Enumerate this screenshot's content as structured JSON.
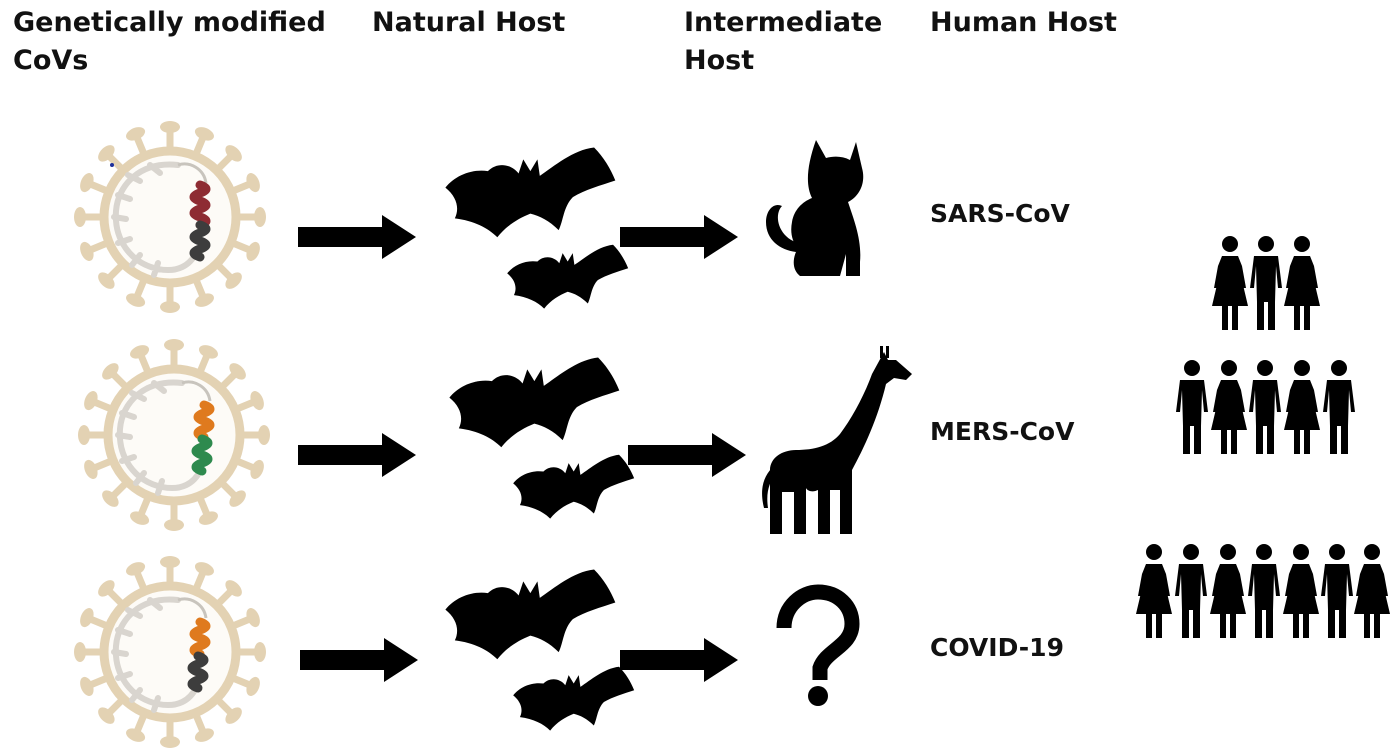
{
  "headers": {
    "genetically_modified": "Genetically modified\nCoVs",
    "natural_host": "Natural Host",
    "intermediate_host": "Intermediate\nHost",
    "human_host": "Human Host"
  },
  "rows": [
    {
      "label": "SARS-CoV",
      "genome_colors": [
        "#8e2c33",
        "#3d3d3d"
      ],
      "intermediate_icon": "cat-icon"
    },
    {
      "label": "MERS-CoV",
      "genome_colors": [
        "#df7a1e",
        "#2e8a4e"
      ],
      "intermediate_icon": "giraffe-icon"
    },
    {
      "label": "COVID-19",
      "genome_colors": [
        "#df7a1e",
        "#3d3d3d"
      ],
      "intermediate_icon": "question-mark-icon"
    }
  ],
  "natural_host_icon": "bat-icon",
  "human_host_icon": "people-pyramid-icon",
  "colors": {
    "capsid": "#e3d2b3",
    "capsid_inner": "#e5e3df",
    "icon": "#000000"
  }
}
